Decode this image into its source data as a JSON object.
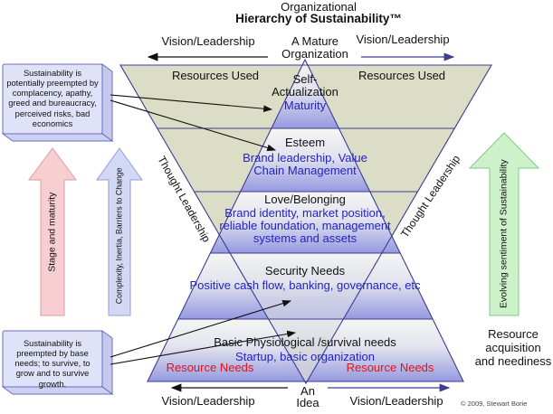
{
  "title": {
    "line1": "Organizational",
    "line2": "Hierarchy of Sustainability™"
  },
  "top_axis": {
    "left_arrow_label": "Vision/Leadership",
    "center_label": "A Mature\nOrganization",
    "right_arrow_label": "Vision/Leadership"
  },
  "bottom_axis": {
    "left_arrow_label": "Vision/Leadership",
    "center_label": "An\nIdea",
    "right_arrow_label": "Vision/Leadership"
  },
  "inverted_triangle": {
    "left_label": "Resources Used",
    "right_label": "Resources Used"
  },
  "levels": [
    {
      "need": "Self-\nActualization",
      "org": "Maturity"
    },
    {
      "need": "Esteem",
      "org": "Brand leadership, Value\nChain Management"
    },
    {
      "need": "Love/Belonging",
      "org": "Brand identity, market position,\nreliable foundation, management\nsystems and assets"
    },
    {
      "need": "Security Needs",
      "org": "Positive cash flow, banking, governance, etc"
    },
    {
      "need": "Basic Physiological /survival needs",
      "org": "Startup, basic organization",
      "left_note": "Resource Needs",
      "right_note": "Resource Needs"
    }
  ],
  "side_labels": {
    "left_thought": "Thought Leadership",
    "right_thought": "Thought Leadership"
  },
  "vertical_arrows": {
    "pink_label": "Stage and maturity",
    "lavender_label": "Complexity, Inertia, Barriers to Change",
    "green_label": "Evolving sentiment of Sustainability"
  },
  "callouts": {
    "top_box": "Sustainability is potentially preempted by complacency, apathy, greed and bureaucracy, perceived risks, bad economics",
    "bottom_box": "Sustainability is preempted by base needs; to survive, to grow and to survive growth."
  },
  "right_note": "Resource\nacquisition\nand neediness",
  "copyright": "© 2009, Stewart Borie",
  "colors": {
    "beige": "#dcddc6",
    "band_top": "#f6f6f4",
    "band_bottom": "#9599e0",
    "outline_navy": "#3c3c90",
    "blue_text": "#2323c3",
    "red_text": "#e01515",
    "pink_arrow": "#f7ced2",
    "lavender_arrow": "#d3d8f5",
    "green_arrow": "#cdf2ca",
    "callout_fill": "#e0e3f8"
  }
}
